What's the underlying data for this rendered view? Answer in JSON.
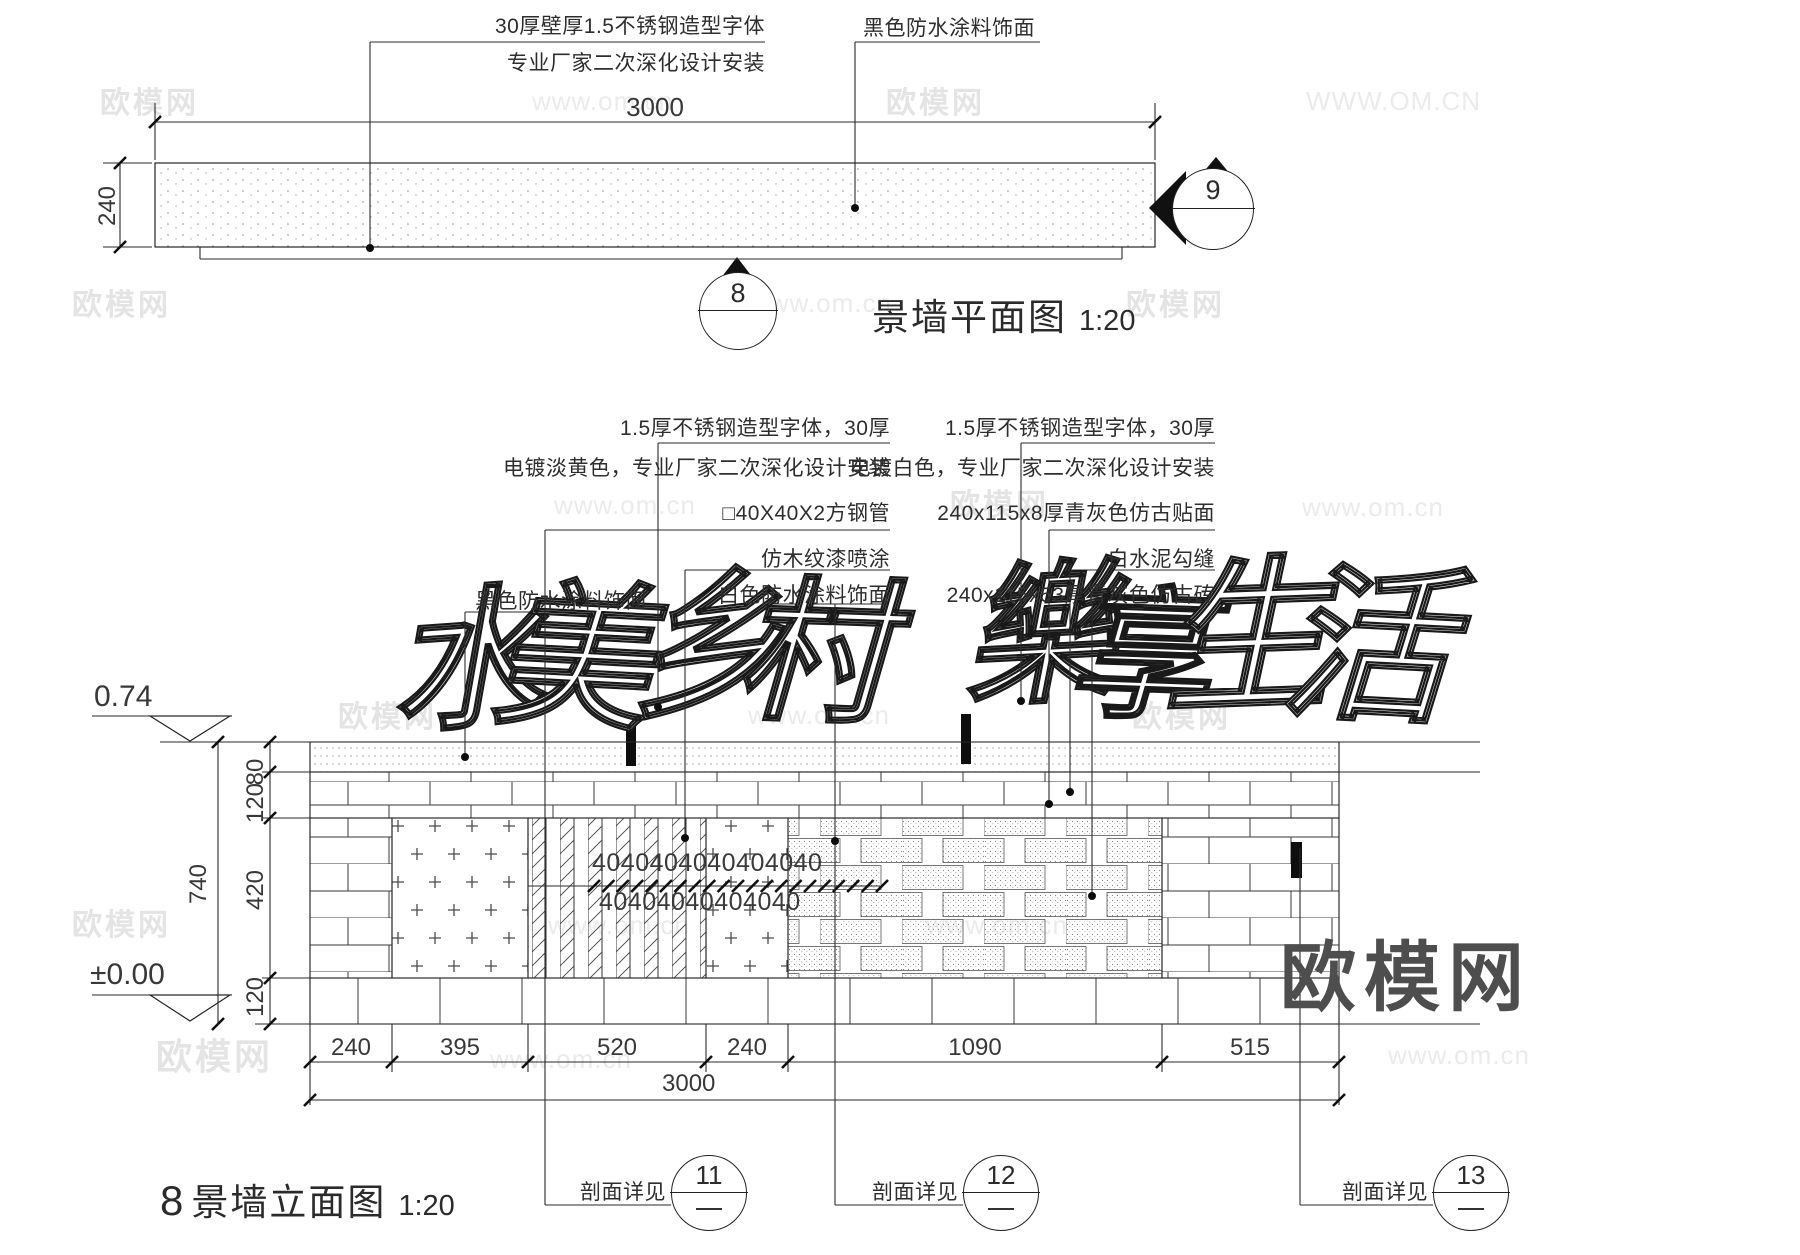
{
  "watermarks": {
    "site": "欧模网",
    "url": "www.om.cn",
    "url_caps": "WWW.OM.CN"
  },
  "plan": {
    "note1_line1": "30厚壁厚1.5不锈钢造型字体",
    "note1_line2": "专业厂家二次深化设计安装",
    "note2": "黑色防水涂料饰面",
    "dim_width": "3000",
    "dim_depth": "240",
    "marker_bottom": "8",
    "marker_right": "9",
    "title": "景墙平面图",
    "scale": "1:20"
  },
  "elevation": {
    "notes_left": [
      "1.5厚不锈钢造型字体，30厚",
      "电镀淡黄色，专业厂家二次深化设计安装",
      "□40X40X2方钢管",
      "仿木纹漆喷涂",
      "白色防水涂料饰面"
    ],
    "note_black": "黑色防水涂料饰面",
    "notes_right": [
      "1.5厚不锈钢造型字体，30厚",
      "电镀白色，专业厂家二次深化设计安装",
      "240x115x8厚青灰色仿古贴面",
      "白水泥勾缝",
      "240x115x53厚青灰色仿古砖"
    ],
    "calligraphy": "水美乡村樂享生活",
    "level_top": "0.74",
    "level_ground": "±0.00",
    "vdim_total": "740",
    "vdims": [
      "80",
      "120",
      "420",
      "120"
    ],
    "hdims": [
      "240",
      "395",
      "520",
      "240",
      "1090",
      "515"
    ],
    "hdim_total": "3000",
    "slat_dim_row1": "4040404040404040",
    "slat_dim_row2": "40404040404040",
    "callout_label": "剖面详见",
    "callout_nums": [
      "11",
      "12",
      "13"
    ],
    "title_num": "8",
    "title": "景墙立面图",
    "scale": "1:20"
  }
}
